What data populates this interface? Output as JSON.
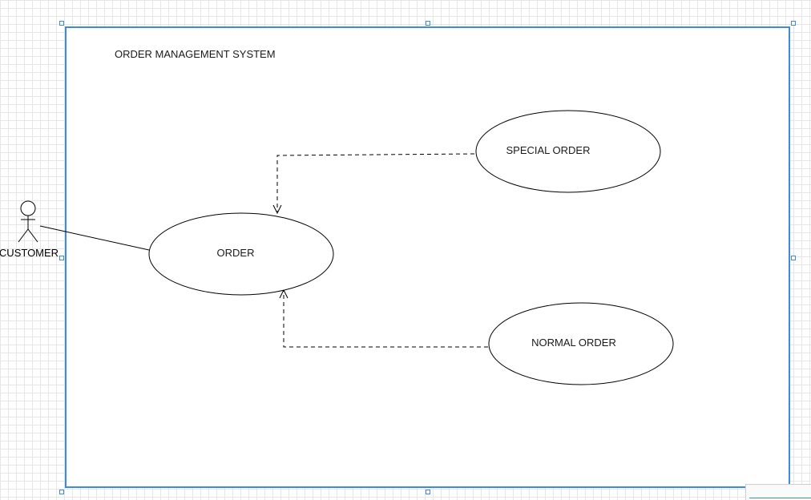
{
  "diagram": {
    "type": "use-case",
    "system": {
      "title": "ORDER MANAGEMENT SYSTEM"
    },
    "actor": {
      "label": "CUSTOMER"
    },
    "use_cases": [
      {
        "id": "order",
        "label": "ORDER"
      },
      {
        "id": "special",
        "label": "SPECIAL ORDER"
      },
      {
        "id": "normal",
        "label": "NORMAL ORDER"
      }
    ],
    "relationships": [
      {
        "from": "actor",
        "to": "order",
        "style": "solid association"
      },
      {
        "from": "special",
        "to": "order",
        "style": "dashed arrow"
      },
      {
        "from": "normal",
        "to": "order",
        "style": "dashed arrow"
      }
    ]
  },
  "colors": {
    "selection": "#3d8bd9",
    "boundary": "#444444",
    "stroke": "#000000",
    "grid": "#e6e6e6"
  }
}
